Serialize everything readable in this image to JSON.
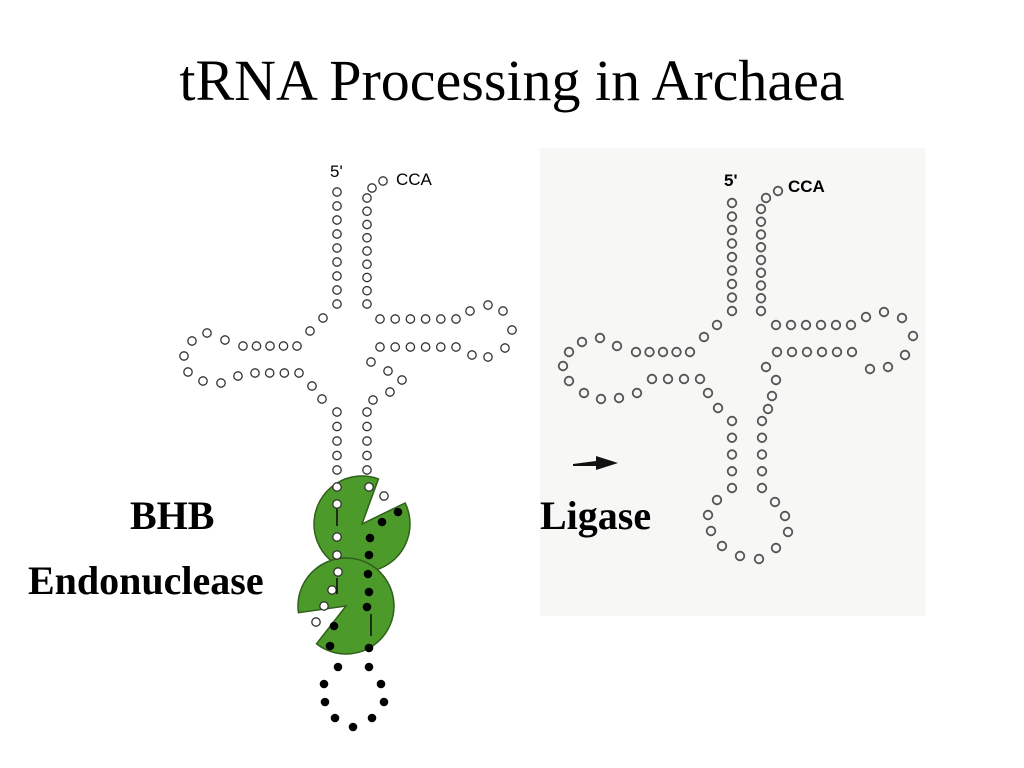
{
  "slide": {
    "title": "tRNA Processing in Archaea"
  },
  "labels": {
    "bhb": "BHB",
    "endonuclease": "Endonuclease",
    "ligase": "Ligase"
  },
  "left_trna": {
    "five_prime": "5'",
    "cca": "CCA"
  },
  "right_trna": {
    "five_prime": "5'",
    "cca": "CCA"
  },
  "colors": {
    "enzyme_green": "#4c9a2a",
    "enzyme_outline": "#2f5f1c",
    "nucleotide_stroke": "#333333",
    "intron_fill": "#000000"
  }
}
